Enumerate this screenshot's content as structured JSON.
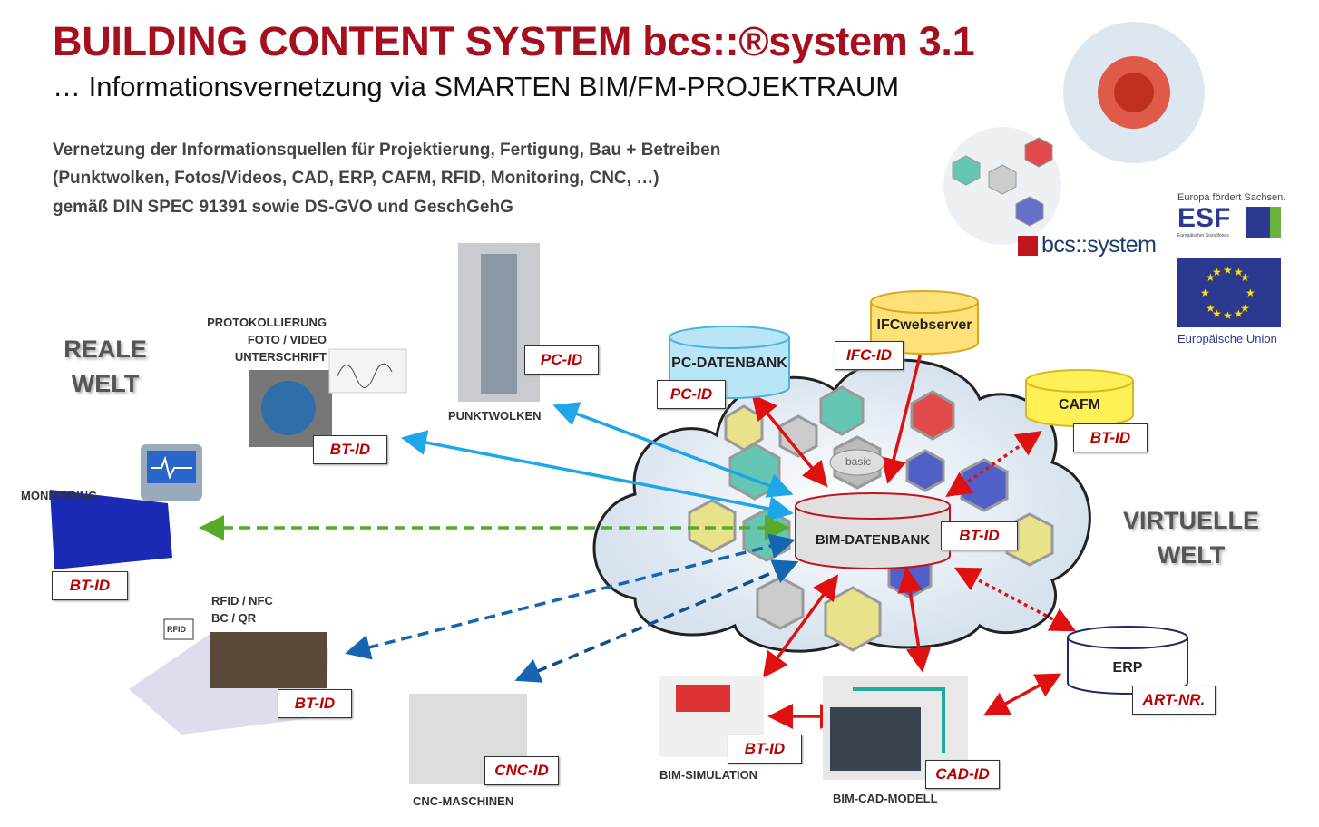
{
  "header": {
    "title": "BUILDING CONTENT SYSTEM bcs::®system 3.1",
    "subtitle": "… Informationsvernetzung via SMARTEN BIM/FM-PROJEKTRAUM",
    "lines": [
      "Vernetzung der Informationsquellen für Projektierung, Fertigung, Bau + Betreiben",
      "(Punktwolken, Fotos/Videos, CAD, ERP, CAFM, RFID, Monitoring, CNC, …)",
      "gemäß DIN SPEC 91391 sowie DS-GVO und GeschGehG"
    ]
  },
  "worlds": {
    "real_1": "REALE",
    "real_2": "WELT",
    "virtual_1": "VIRTUELLE",
    "virtual_2": "WELT"
  },
  "databases": {
    "pc": "PC-DATENBANK",
    "ifc": "IFCwebserver",
    "cafm": "CAFM",
    "bim": "BIM-DATENBANK",
    "erp": "ERP"
  },
  "ids": {
    "pc_cloud": "PC-ID",
    "pc_db": "PC-ID",
    "ifc": "IFC-ID",
    "cafm": "BT-ID",
    "photo": "BT-ID",
    "bim": "BT-ID",
    "monitoring": "BT-ID",
    "rfid": "BT-ID",
    "cnc": "CNC-ID",
    "sim": "BT-ID",
    "cad": "CAD-ID",
    "erp": "ART-NR."
  },
  "captions": {
    "protokoll_1": "PROTOKOLLIERUNG",
    "protokoll_2": "FOTO / VIDEO",
    "protokoll_3": "UNTERSCHRIFT",
    "punktwolken": "PUNKTWOLKEN",
    "monitoring": "MONITORING",
    "rfid_1": "RFID / NFC",
    "rfid_2": "BC / QR",
    "rfid_tag": "RFID",
    "cnc": "CNC-MASCHINEN",
    "sim": "BIM-SIMULATION",
    "cad": "BIM-CAD-MODELL"
  },
  "logos": {
    "bcs": "bcs::system",
    "esf_top": "Europa fördert Sachsen.",
    "esf": "ESF",
    "esf_sub": "Europäischer Sozialfonds",
    "eu": "Europäische Union",
    "cloud_center": "basic"
  },
  "colors": {
    "title": "#a50f1e",
    "id_text": "#bb0000",
    "arrow_cyan": "#1ea7e8",
    "arrow_green": "#5aaa2a",
    "arrow_blue": "#1565b0",
    "arrow_red": "#e01010"
  }
}
